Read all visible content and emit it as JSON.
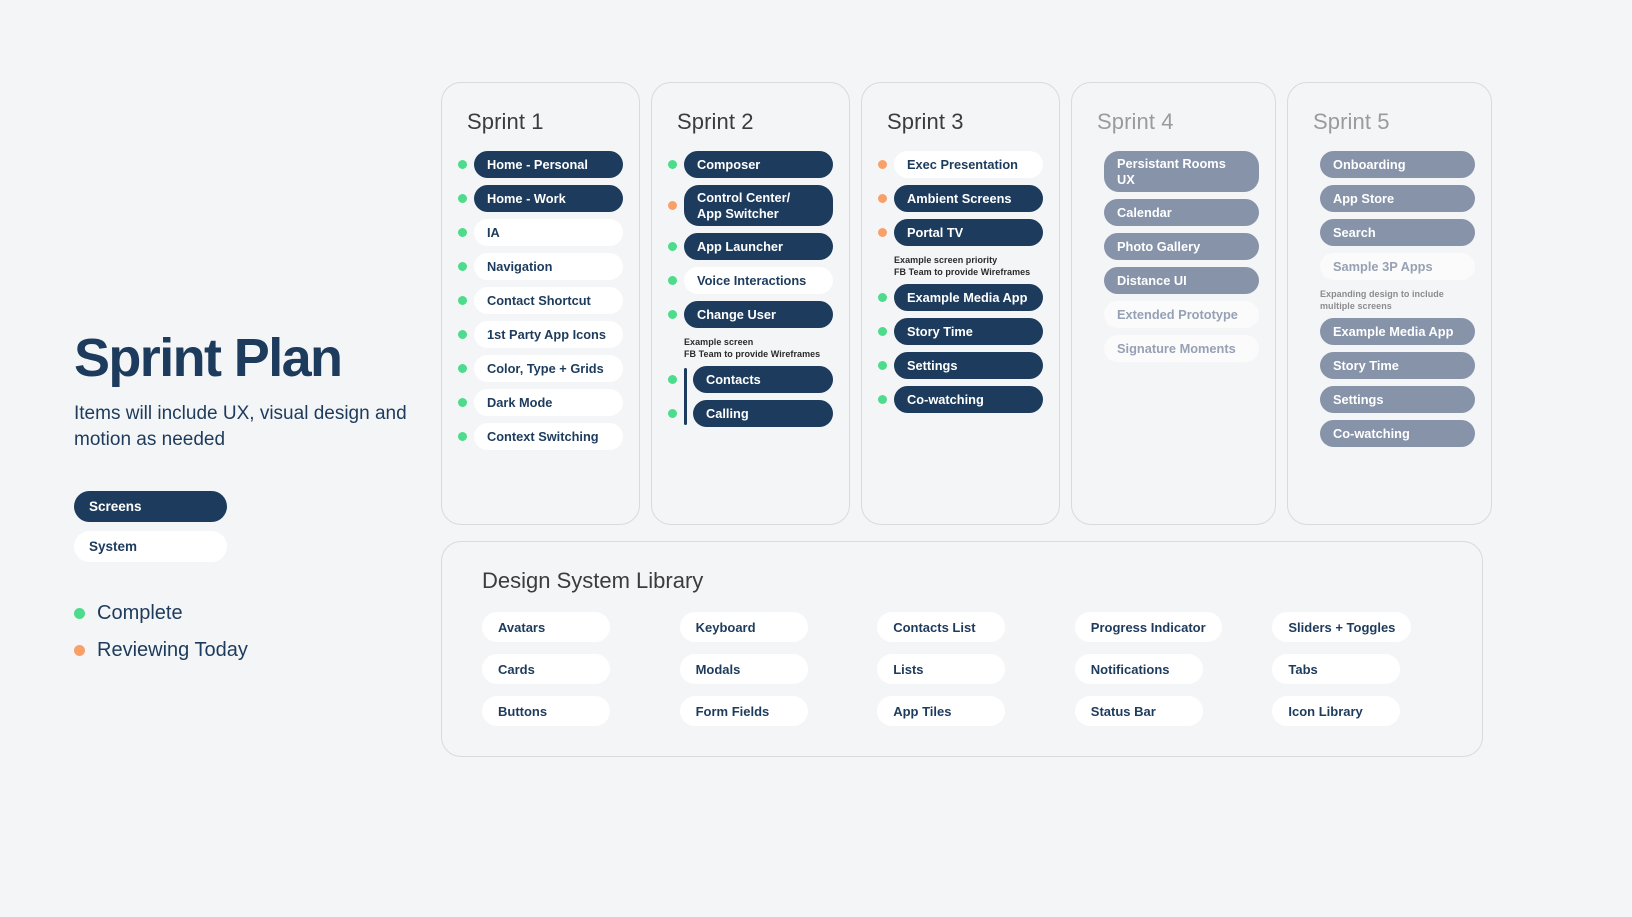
{
  "hero": {
    "title": "Sprint Plan",
    "subtitle": "Items will include UX, visual design and motion as needed",
    "toggles": [
      {
        "label": "Screens",
        "state": "active"
      },
      {
        "label": "System",
        "state": "inactive"
      }
    ],
    "legend": [
      {
        "label": "Complete",
        "color": "#4ddb8c",
        "status": "complete"
      },
      {
        "label": "Reviewing Today",
        "color": "#f9a06a",
        "status": "reviewing"
      }
    ]
  },
  "sprints": [
    {
      "heading": "Sprint 1",
      "muted": false,
      "items": [
        {
          "label": "Home - Personal",
          "dot": "green",
          "chip": "filled"
        },
        {
          "label": "Home - Work",
          "dot": "green",
          "chip": "filled"
        },
        {
          "label": "IA",
          "dot": "green",
          "chip": "white"
        },
        {
          "label": "Navigation",
          "dot": "green",
          "chip": "white"
        },
        {
          "label": "Contact Shortcut",
          "dot": "green",
          "chip": "white"
        },
        {
          "label": "1st Party App Icons",
          "dot": "green",
          "chip": "white"
        },
        {
          "label": "Color, Type + Grids",
          "dot": "green",
          "chip": "white"
        },
        {
          "label": "Dark Mode",
          "dot": "green",
          "chip": "white"
        },
        {
          "label": "Context Switching",
          "dot": "green",
          "chip": "white"
        }
      ],
      "note": "",
      "sub_rail": false,
      "sub_items": []
    },
    {
      "heading": "Sprint 2",
      "muted": false,
      "items": [
        {
          "label": "Composer",
          "dot": "green",
          "chip": "filled"
        },
        {
          "label": "Control Center/\nApp Switcher",
          "dot": "orange",
          "chip": "filled",
          "two_line": true
        },
        {
          "label": "App Launcher",
          "dot": "green",
          "chip": "filled"
        },
        {
          "label": "Voice Interactions",
          "dot": "green",
          "chip": "white"
        },
        {
          "label": "Change User",
          "dot": "green",
          "chip": "filled"
        }
      ],
      "note": "Example screen\nFB Team to provide Wireframes",
      "sub_rail": true,
      "sub_items": [
        {
          "label": "Contacts",
          "dot": "green",
          "chip": "filled"
        },
        {
          "label": "Calling",
          "dot": "green",
          "chip": "filled"
        }
      ]
    },
    {
      "heading": "Sprint 3",
      "muted": false,
      "items": [
        {
          "label": "Exec Presentation",
          "dot": "orange",
          "chip": "white"
        },
        {
          "label": "Ambient Screens",
          "dot": "orange",
          "chip": "filled"
        },
        {
          "label": "Portal TV",
          "dot": "orange",
          "chip": "filled"
        }
      ],
      "note": "Example screen priority\nFB Team to provide Wireframes",
      "sub_rail": false,
      "sub_items": [
        {
          "label": "Example Media App",
          "dot": "green",
          "chip": "filled"
        },
        {
          "label": "Story Time",
          "dot": "green",
          "chip": "filled"
        },
        {
          "label": "Settings",
          "dot": "green",
          "chip": "filled"
        },
        {
          "label": "Co-watching",
          "dot": "green",
          "chip": "filled"
        }
      ]
    },
    {
      "heading": "Sprint 4",
      "muted": true,
      "items": [
        {
          "label": "Persistant Rooms UX",
          "dot": "none",
          "chip": "slate"
        },
        {
          "label": "Calendar",
          "dot": "none",
          "chip": "slate"
        },
        {
          "label": "Photo Gallery",
          "dot": "none",
          "chip": "slate"
        },
        {
          "label": "Distance UI",
          "dot": "none",
          "chip": "slate"
        },
        {
          "label": "Extended Prototype",
          "dot": "none",
          "chip": "ghost"
        },
        {
          "label": "Signature Moments",
          "dot": "none",
          "chip": "ghost"
        }
      ],
      "note": "",
      "sub_rail": false,
      "sub_items": []
    },
    {
      "heading": "Sprint 5",
      "muted": true,
      "items": [
        {
          "label": "Onboarding",
          "dot": "none",
          "chip": "slate"
        },
        {
          "label": "App Store",
          "dot": "none",
          "chip": "slate"
        },
        {
          "label": "Search",
          "dot": "none",
          "chip": "slate"
        },
        {
          "label": "Sample 3P Apps",
          "dot": "none",
          "chip": "ghost"
        }
      ],
      "note": "Expanding design to include\nmultiple screens",
      "sub_rail": false,
      "sub_items": [
        {
          "label": "Example Media App",
          "dot": "none",
          "chip": "slate"
        },
        {
          "label": "Story Time",
          "dot": "none",
          "chip": "slate"
        },
        {
          "label": "Settings",
          "dot": "none",
          "chip": "slate"
        },
        {
          "label": "Co-watching",
          "dot": "none",
          "chip": "slate"
        }
      ]
    }
  ],
  "design_system_library": {
    "title": "Design System Library",
    "columns": [
      [
        "Avatars",
        "Cards",
        "Buttons"
      ],
      [
        "Keyboard",
        "Modals",
        "Form Fields"
      ],
      [
        "Contacts List",
        "Lists",
        "App Tiles"
      ],
      [
        "Progress Indicator",
        "Notifications",
        "Status Bar"
      ],
      [
        "Sliders + Toggles",
        "Tabs",
        "Icon Library"
      ]
    ]
  }
}
